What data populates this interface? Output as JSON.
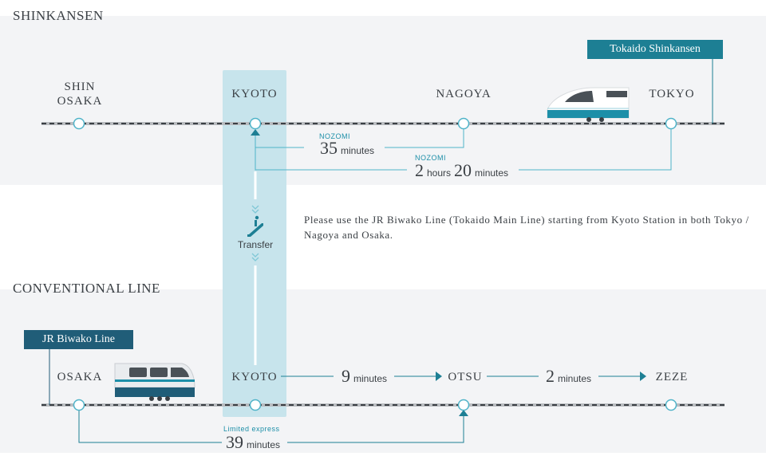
{
  "sections": {
    "shinkansen": "SHINKANSEN",
    "conventional": "CONVENTIONAL LINE"
  },
  "shinkansen": {
    "line_tag": "Tokaido Shinkansen",
    "stations": {
      "shin_osaka_1": "SHIN",
      "shin_osaka_2": "OSAKA",
      "kyoto": "KYOTO",
      "nagoya": "NAGOYA",
      "tokyo": "TOKYO"
    },
    "nagoya_leg": {
      "service": "NOZOMI",
      "number": "35",
      "unit": "minutes"
    },
    "tokyo_leg": {
      "service": "NOZOMI",
      "hours_num": "2",
      "hours_unit": "hours",
      "min_num": "20",
      "min_unit": "minutes"
    }
  },
  "transfer": {
    "label": "Transfer"
  },
  "note": "Please use the JR Biwako Line (Tokaido Main Line) starting from Kyoto Station in both Tokyo / Nagoya and Osaka.",
  "conventional": {
    "line_tag": "JR Biwako Line",
    "stations": {
      "osaka": "OSAKA",
      "kyoto": "KYOTO",
      "otsu": "OTSU",
      "zeze": "ZEZE"
    },
    "kyoto_otsu": {
      "number": "9",
      "unit": "minutes"
    },
    "otsu_zeze": {
      "number": "2",
      "unit": "minutes"
    },
    "osaka_otsu": {
      "service": "Limited express",
      "number": "39",
      "unit": "minutes"
    }
  },
  "colors": {
    "accent": "#1d7f94",
    "accent_dark": "#205d78",
    "highlight": "#c7e4ec",
    "band": "#f3f4f6",
    "text": "#3a3f44"
  },
  "icons": [
    "shinkansen-train-icon",
    "conventional-train-icon",
    "escalator-icon",
    "chevron-down-icon",
    "arrow-right-icon",
    "arrow-up-icon"
  ]
}
